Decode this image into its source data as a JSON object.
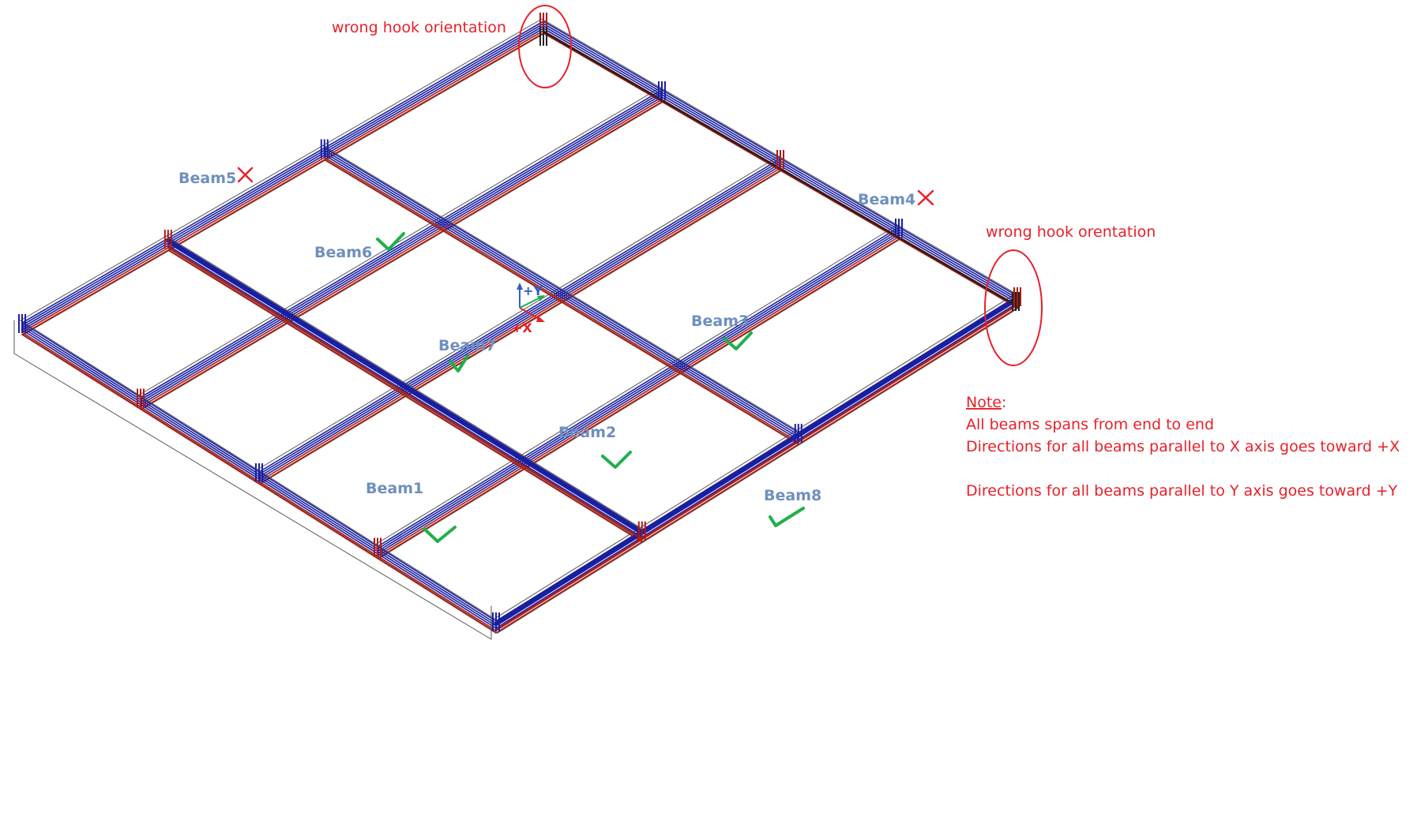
{
  "colors": {
    "outline": "#555555",
    "rebar_blue": "#1a1fa0",
    "rebar_red": "#b01a12",
    "annotation": "#e8202a",
    "beam_label": "#6e8fbf",
    "check": "#1fb04a",
    "axis_y": "#2f5fd0",
    "axis_x": "#e8202a"
  },
  "annotations": {
    "hook_top": "wrong hook orientation",
    "hook_right": "wrong hook orentation"
  },
  "beams": [
    {
      "label": "Beam1",
      "status": "check"
    },
    {
      "label": "Beam2",
      "status": "check"
    },
    {
      "label": "Beam3",
      "status": "check"
    },
    {
      "label": "Beam4",
      "status": "cross"
    },
    {
      "label": "Beam5",
      "status": "cross"
    },
    {
      "label": "Beam6",
      "status": "check"
    },
    {
      "label": "Beam7",
      "status": "check"
    },
    {
      "label": "Beam8",
      "status": "check"
    }
  ],
  "axes": {
    "y_label": "+Y",
    "x_label": "+X"
  },
  "note": {
    "title": "Note",
    "colon": ":",
    "lines": [
      "All beams spans from end to end",
      "Directions for all beams parallel to X axis goes toward +X",
      "",
      "Directions for all beams parallel to Y axis goes toward +Y"
    ]
  }
}
